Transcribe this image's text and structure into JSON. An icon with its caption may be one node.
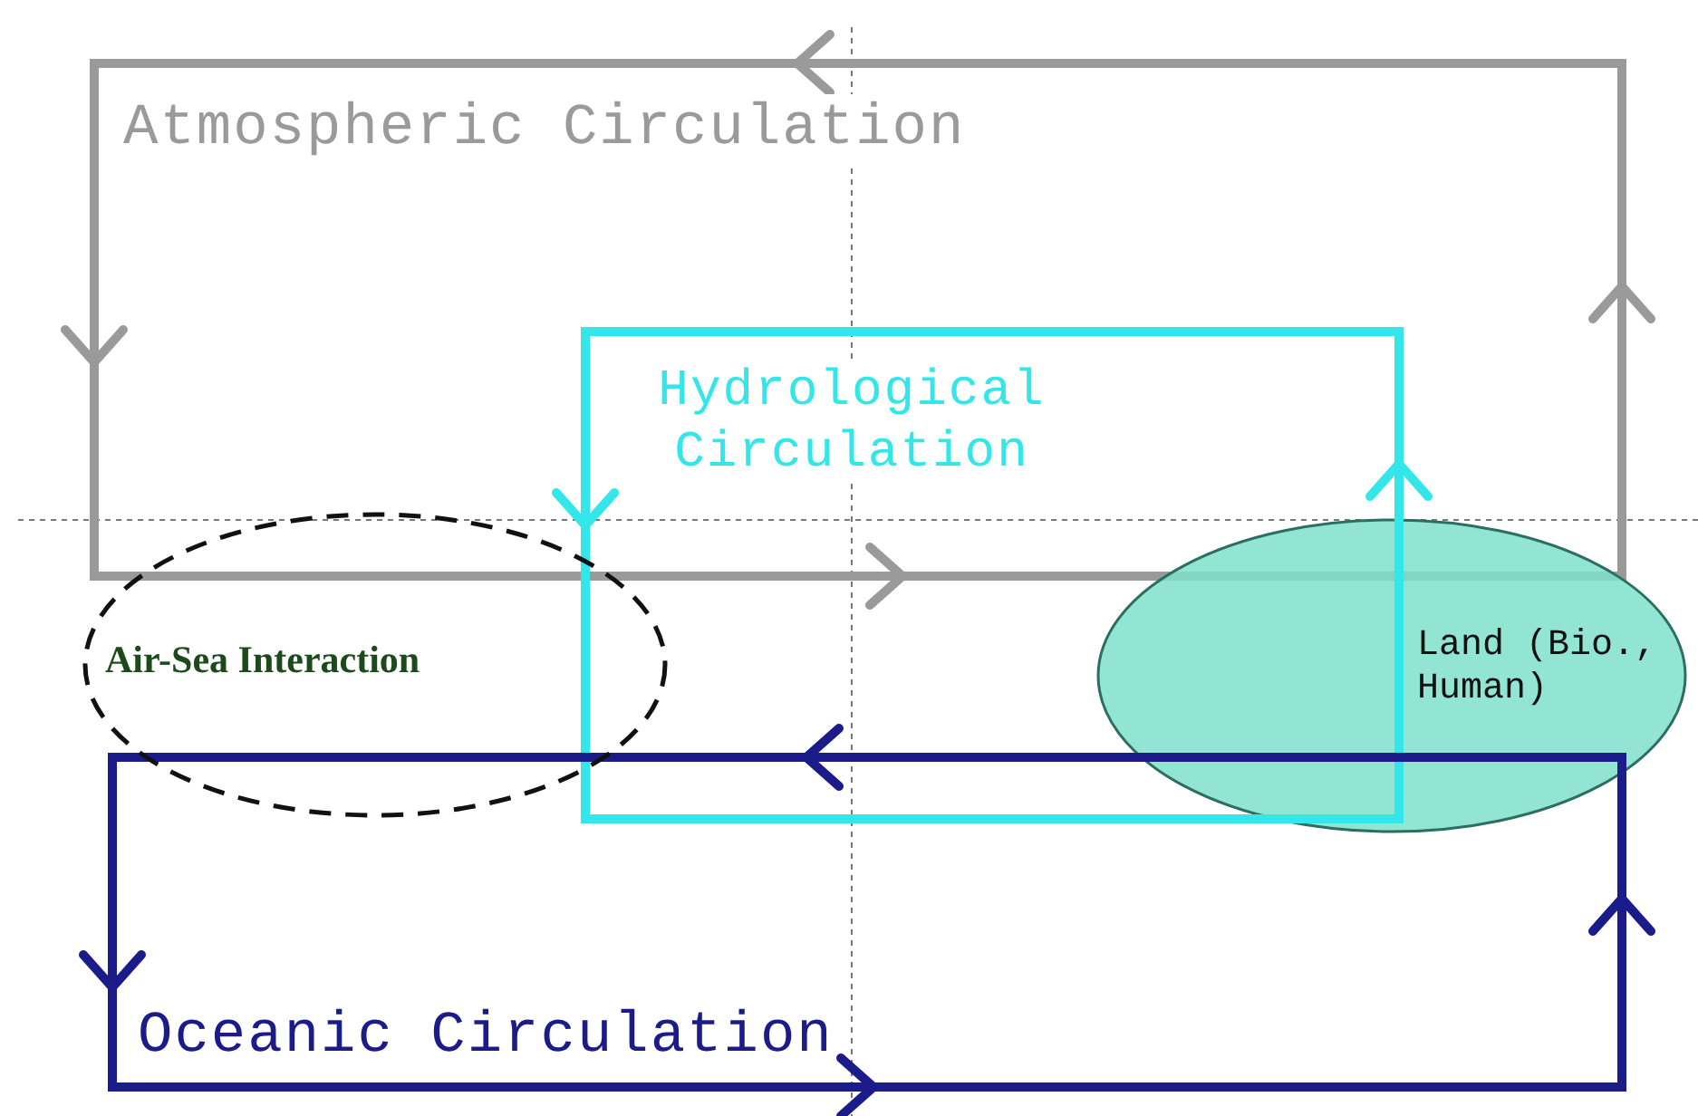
{
  "diagram": {
    "nodes": [
      {
        "text": [
          "Atmospheric Circulation"
        ]
      },
      {
        "text": [
          "Hydrological Circulation"
        ]
      },
      {
        "text": [
          "Oceanic Circulation"
        ]
      },
      {
        "text": [
          "Air-Sea Interaction"
        ]
      },
      {
        "text": [
          "Land (Bio., Human)"
        ]
      }
    ]
  }
}
